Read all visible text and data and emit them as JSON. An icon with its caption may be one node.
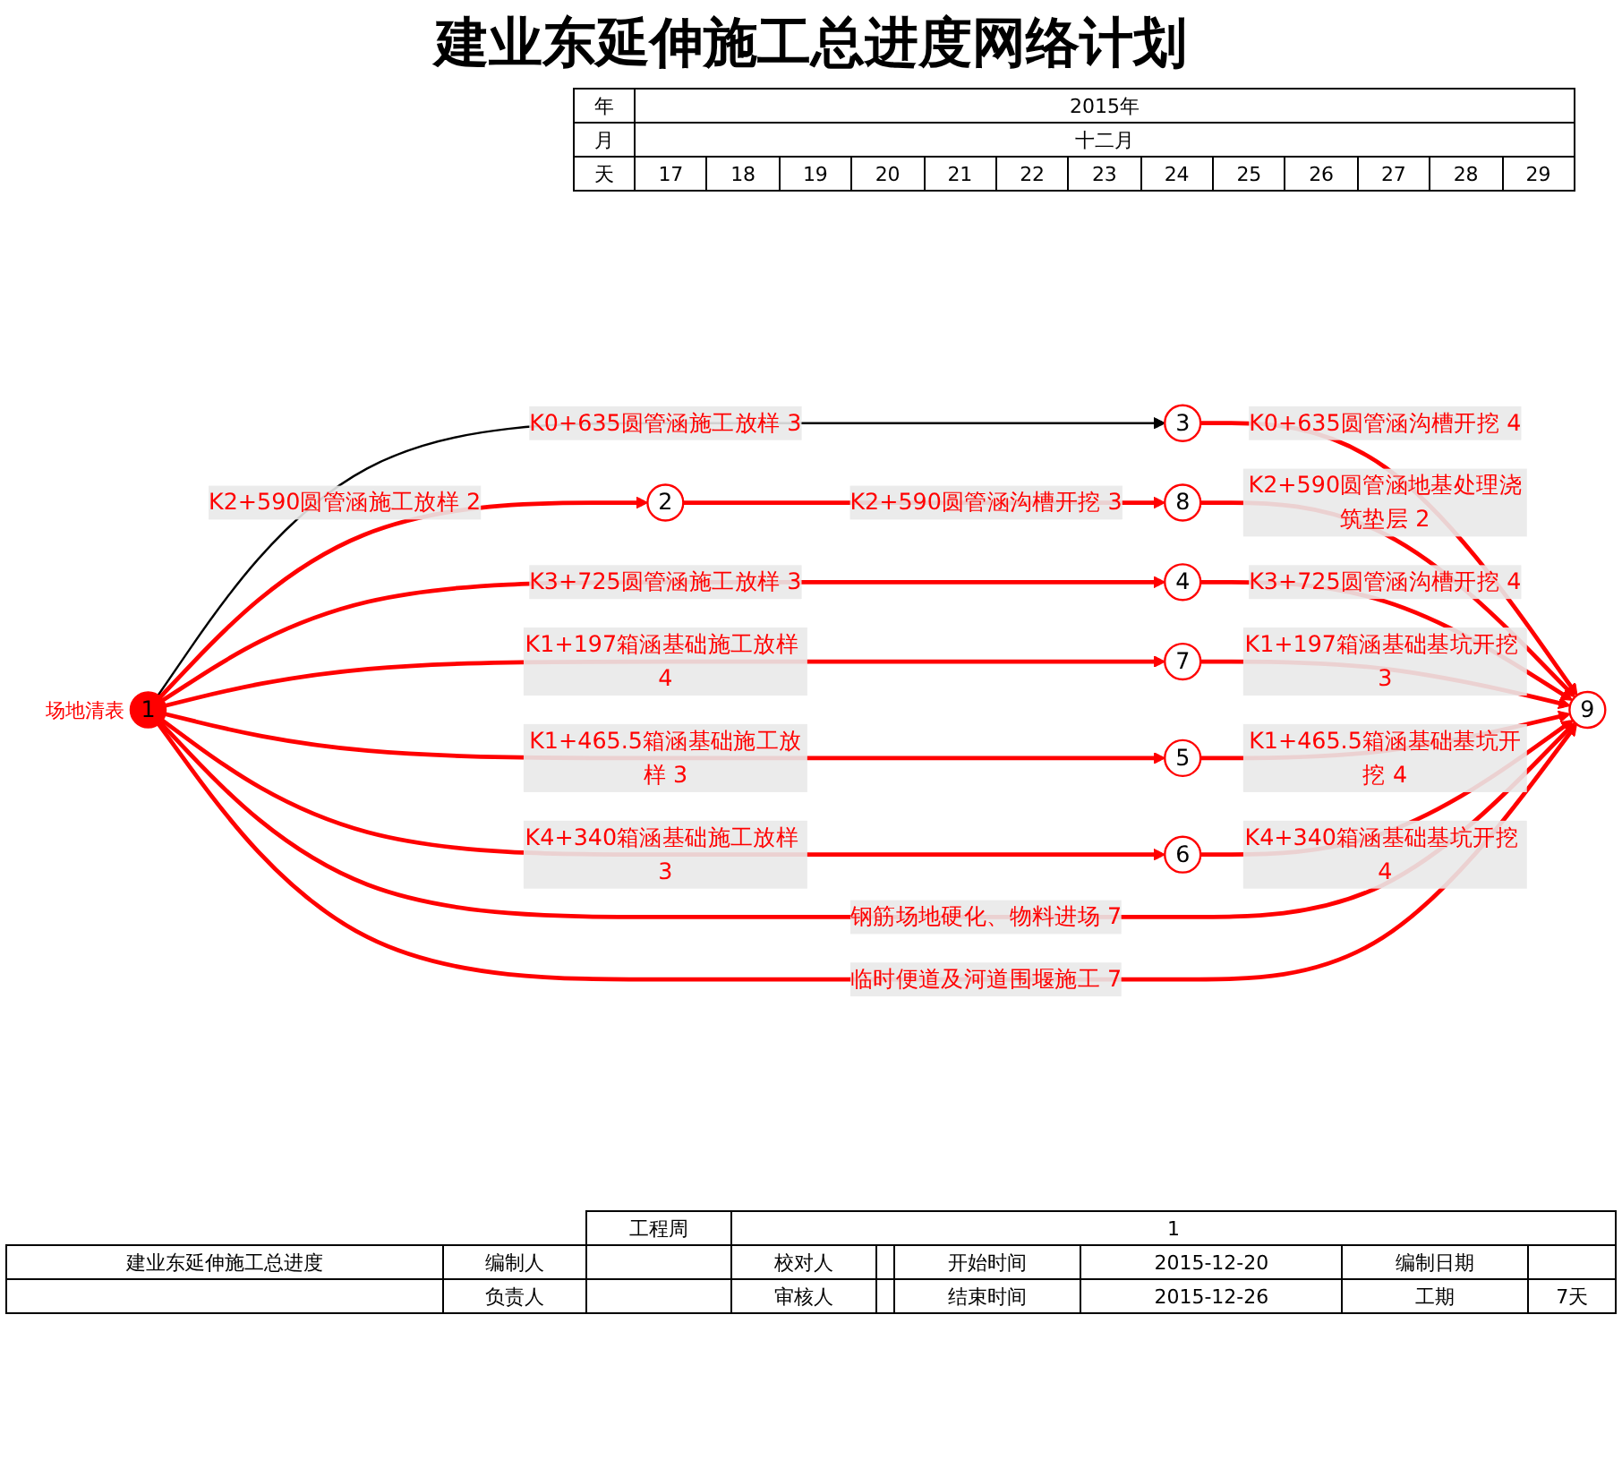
{
  "diagram": {
    "title": "建业东延伸施工总进度网络计划",
    "nodes": [
      {
        "text": [
          "1"
        ],
        "beside": [
          "场地清表"
        ]
      },
      {
        "text": [
          "2"
        ]
      },
      {
        "text": [
          "3"
        ]
      },
      {
        "text": [
          "4"
        ]
      },
      {
        "text": [
          "5"
        ]
      },
      {
        "text": [
          "6"
        ]
      },
      {
        "text": [
          "7"
        ]
      },
      {
        "text": [
          "8"
        ]
      },
      {
        "text": [
          "9"
        ]
      }
    ],
    "edges": [
      {
        "from": 0,
        "to": 2,
        "arrow": "to",
        "label": "K0+635圆管涵施工放样 3",
        "color": "#000000"
      },
      {
        "from": 2,
        "to": 8,
        "arrow": "to",
        "label": "K0+635圆管涵沟槽开挖 4"
      },
      {
        "from": 0,
        "to": 1,
        "arrow": "to",
        "label": "K2+590圆管涵施工放样 2"
      },
      {
        "from": 1,
        "to": 7,
        "arrow": "to",
        "label": "K2+590圆管涵沟槽开挖 3"
      },
      {
        "from": 7,
        "to": 8,
        "arrow": "to",
        "label": "K2+590圆管涵地基处理浇筑垫层 2"
      },
      {
        "from": 0,
        "to": 3,
        "arrow": "to",
        "label": "K3+725圆管涵施工放样 3"
      },
      {
        "from": 3,
        "to": 8,
        "arrow": "to",
        "label": "K3+725圆管涵沟槽开挖 4"
      },
      {
        "from": 0,
        "to": 6,
        "arrow": "to",
        "label": "K1+197箱涵基础施工放样 4"
      },
      {
        "from": 6,
        "to": 8,
        "arrow": "to",
        "label": "K1+197箱涵基础基坑开挖 3"
      },
      {
        "from": 0,
        "to": 4,
        "arrow": "to",
        "label": "K1+465.5箱涵基础施工放样 3"
      },
      {
        "from": 4,
        "to": 8,
        "arrow": "to",
        "label": "K1+465.5箱涵基础基坑开挖 4"
      },
      {
        "from": 0,
        "to": 5,
        "arrow": "to",
        "label": "K4+340箱涵基础施工放样 3"
      },
      {
        "from": 5,
        "to": 8,
        "arrow": "to",
        "label": "K4+340箱涵基础基坑开挖 4"
      },
      {
        "from": 0,
        "to": 8,
        "arrow": "to",
        "label": "钢筋场地硬化、物料进场 7"
      },
      {
        "from": 0,
        "to": 8,
        "arrow": "to",
        "label": "临时便道及河道围堰施工 7"
      }
    ],
    "labels": [
      "年",
      "2015年",
      "月",
      "十二月",
      "天",
      "17",
      "18",
      "19",
      "20",
      "21",
      "22",
      "23",
      "24",
      "25",
      "26",
      "27",
      "28",
      "29",
      "工程周",
      "1",
      "建业东延伸施工总进度",
      "编制人",
      "校对人",
      "开始时间",
      "2015-12-20",
      "编制日期",
      "负责人",
      "审核人",
      "结束时间",
      "2015-12-26",
      "工期",
      "7天"
    ]
  }
}
